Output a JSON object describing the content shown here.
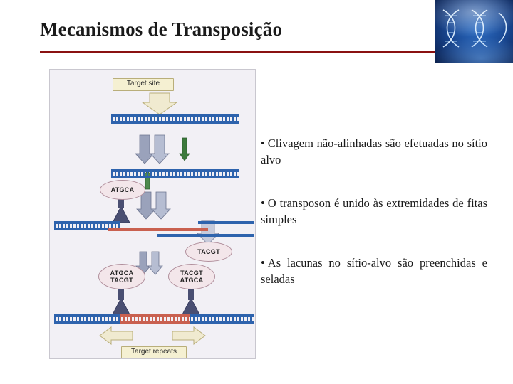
{
  "slide": {
    "title": "Mecanismos de Transposição",
    "accent_color": "#8a1111"
  },
  "decoration": {
    "dna_banner_name": "dna-helix-image"
  },
  "figure": {
    "labels": {
      "target_site": "Target site",
      "target_repeats": "Target repeats"
    },
    "sequence_tags": {
      "left_top": "ATGCA",
      "right_mid": "TACGT",
      "left_bottom_line1": "ATGCA",
      "left_bottom_line2": "TACGT",
      "right_bottom_line1": "TACGT",
      "right_bottom_line2": "ATGCA"
    },
    "colors": {
      "dna_blue": "#2e63ad",
      "transposon_red": "#c9604f",
      "label_fill": "#f5f0d2",
      "panel_bg": "#f2f0f5"
    }
  },
  "bullets": [
    {
      "marker": "•",
      "text": "Clivagem não-alinhadas são efetuadas no sítio alvo"
    },
    {
      "marker": "•",
      "text": "O transposon é unido às extremidades de fitas simples"
    },
    {
      "marker": "•",
      "text": "As lacunas no sítio-alvo são preenchidas e seladas"
    }
  ]
}
